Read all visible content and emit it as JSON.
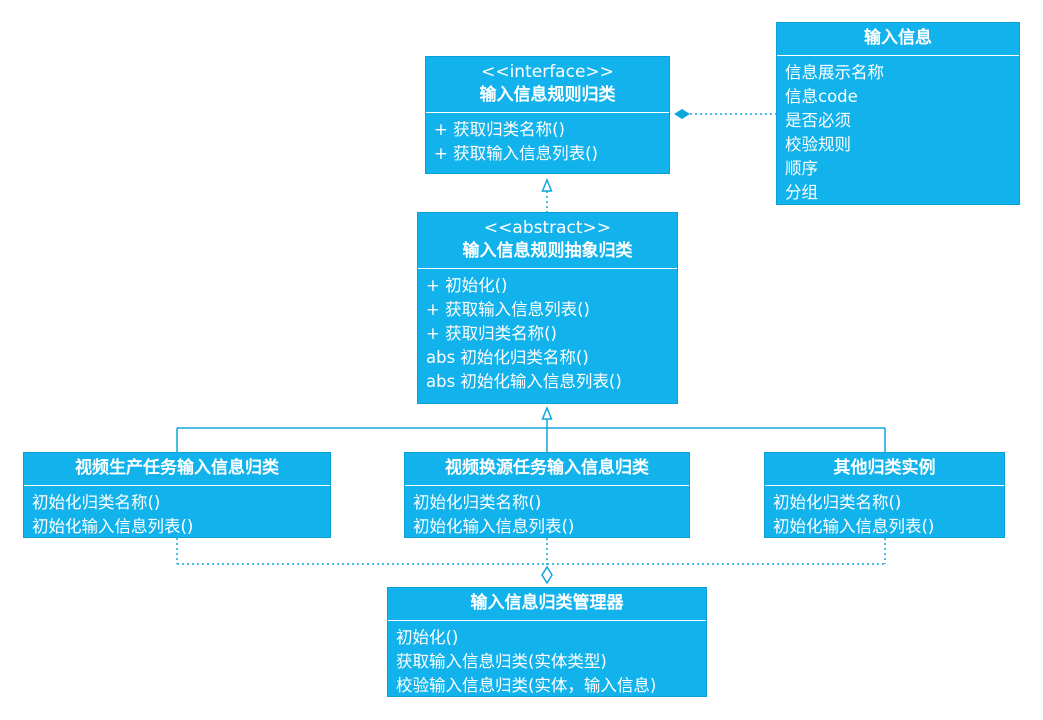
{
  "colors": {
    "box_fill": "#12b3ec",
    "line": "#0fa6de",
    "text": "#ffffff"
  },
  "info_box": {
    "title": "输入信息",
    "items": [
      "信息展示名称",
      "信息code",
      "是否必须",
      "校验规则",
      "顺序",
      "分组"
    ]
  },
  "interface_box": {
    "stereotype": "<<interface>>",
    "title": "输入信息规则归类",
    "items": [
      "+ 获取归类名称()",
      "+ 获取输入信息列表()"
    ]
  },
  "abstract_box": {
    "stereotype": "<<abstract>>",
    "title": "输入信息规则抽象归类",
    "items": [
      "+ 初始化()",
      "+ 获取输入信息列表()",
      "+ 获取归类名称()",
      "abs 初始化归类名称()",
      "abs 初始化输入信息列表()"
    ]
  },
  "class_video_production": {
    "title": "视频生产任务输入信息归类",
    "items": [
      "初始化归类名称()",
      "初始化输入信息列表()"
    ]
  },
  "class_video_source": {
    "title": "视频换源任务输入信息归类",
    "items": [
      "初始化归类名称()",
      "初始化输入信息列表()"
    ]
  },
  "class_other": {
    "title": "其他归类实例",
    "items": [
      "初始化归类名称()",
      "初始化输入信息列表()"
    ]
  },
  "manager_box": {
    "title": "输入信息归类管理器",
    "items": [
      "初始化()",
      "获取输入信息归类(实体类型)",
      "校验输入信息归类(实体，输入信息)"
    ]
  }
}
